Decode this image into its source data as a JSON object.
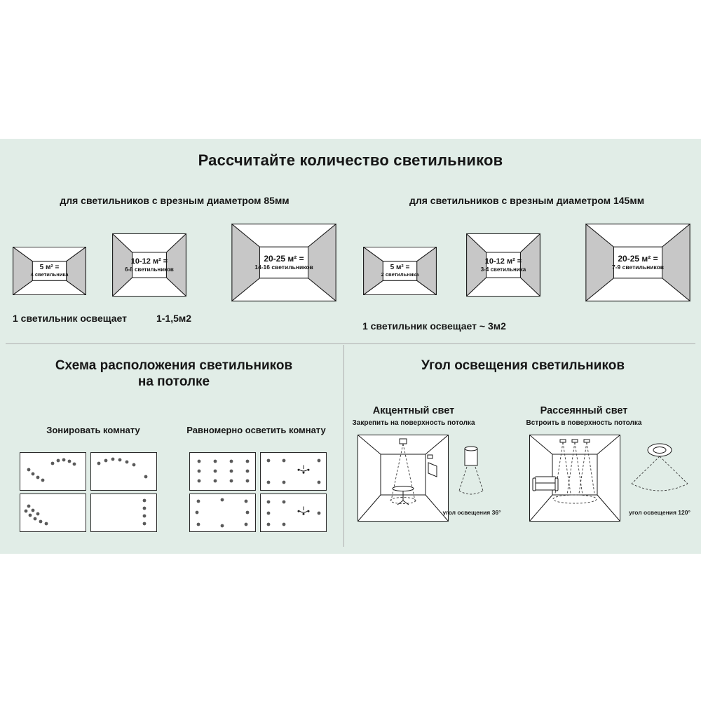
{
  "title": "Рассчитайте количество светильников",
  "calc": {
    "d85": {
      "header": "для светильников с врезным диаметром 85мм",
      "rooms": [
        {
          "area": "5 м² =",
          "count": "4 светильника"
        },
        {
          "area": "10-12 м² =",
          "count": "6-8 светильников"
        },
        {
          "area": "20-25 м² =",
          "count": "14-16 светильников"
        }
      ],
      "note_label": "1 светильник освещает",
      "note_value": "1-1,5м2"
    },
    "d145": {
      "header": "для светильников с врезным диаметром 145мм",
      "rooms": [
        {
          "area": "5 м² =",
          "count": "2 светильника"
        },
        {
          "area": "10-12 м² =",
          "count": "3-4 светильника"
        },
        {
          "area": "20-25 м² =",
          "count": "7-9 светильников"
        }
      ],
      "note": "1 светильник освещает ~ 3м2"
    }
  },
  "layout_section": {
    "title_line1": "Схема расположения светильников",
    "title_line2": "на потолке",
    "zoning_label": "Зонировать комнату",
    "even_label": "Равномерно осветить комнату"
  },
  "angle_section": {
    "title": "Угол освещения светильников",
    "accent": {
      "title": "Акцентный свет",
      "subtitle": "Закрепить на поверхность потолка",
      "angle_label": "угол освещения 36°"
    },
    "diffuse": {
      "title": "Рассеянный свет",
      "subtitle": "Встроить в поверхность потолка",
      "angle_label": "угол освещения 120°"
    }
  },
  "colors": {
    "background": "#e1ede7",
    "wall_gray": "#c7c7c7",
    "line": "#1a1a1a"
  }
}
